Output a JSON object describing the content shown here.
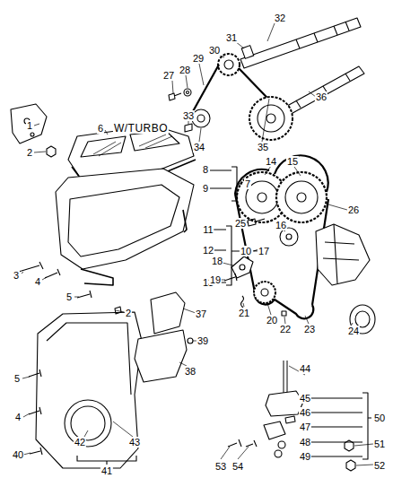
{
  "diagram": {
    "labels": [
      "1",
      "2",
      "6",
      "W/TURBO",
      "27",
      "28",
      "29",
      "30",
      "31",
      "32",
      "33",
      "34",
      "35",
      "36",
      "8",
      "9",
      "7",
      "14",
      "15",
      "26",
      "25",
      "16",
      "17",
      "18",
      "11",
      "12",
      "10",
      "13",
      "3",
      "4",
      "5",
      "19",
      "21",
      "20",
      "22",
      "23",
      "24",
      "2",
      "37",
      "39",
      "38",
      "5",
      "44",
      "45",
      "50",
      "46",
      "47",
      "48",
      "49",
      "51",
      "52",
      "4",
      "42",
      "43",
      "40",
      "41",
      "53",
      "54"
    ]
  }
}
